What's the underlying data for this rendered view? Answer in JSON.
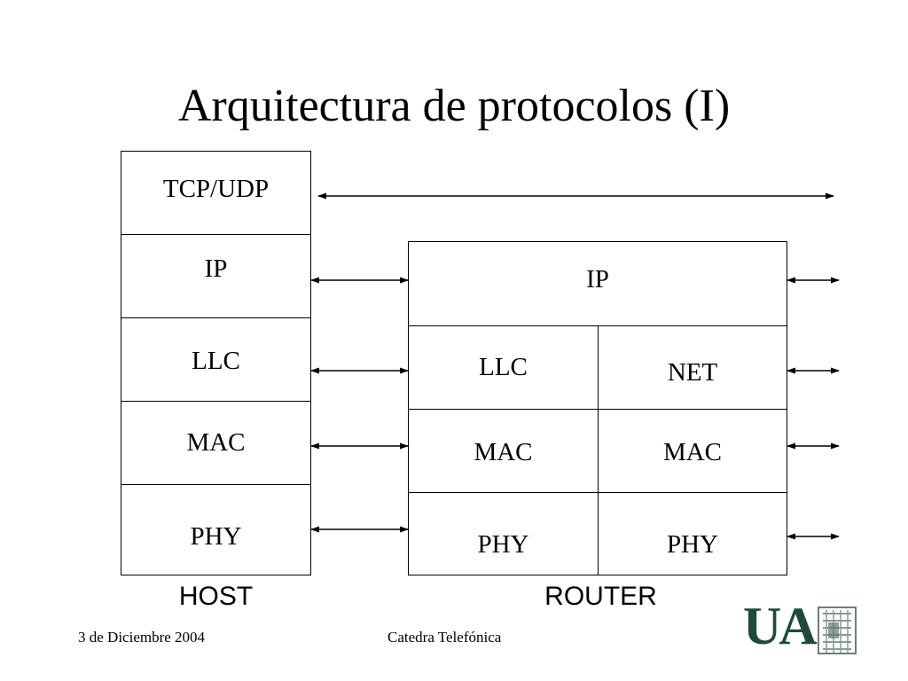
{
  "slide": {
    "title": "Arquitectura de protocolos (I)"
  },
  "host": {
    "label": "HOST",
    "layers": [
      "TCP/UDP",
      "IP",
      "LLC",
      "MAC",
      "PHY"
    ]
  },
  "router": {
    "label": "ROUTER",
    "ip": "IP",
    "left_column": [
      "LLC",
      "MAC",
      "PHY"
    ],
    "right_column": [
      "NET",
      "MAC",
      "PHY"
    ]
  },
  "footer": {
    "date": "3 de Diciembre 2004",
    "center": "Catedra Telefónica"
  },
  "logo": {
    "text": "UA",
    "color": "#1f4a3a",
    "icon": "university-building-logo"
  }
}
